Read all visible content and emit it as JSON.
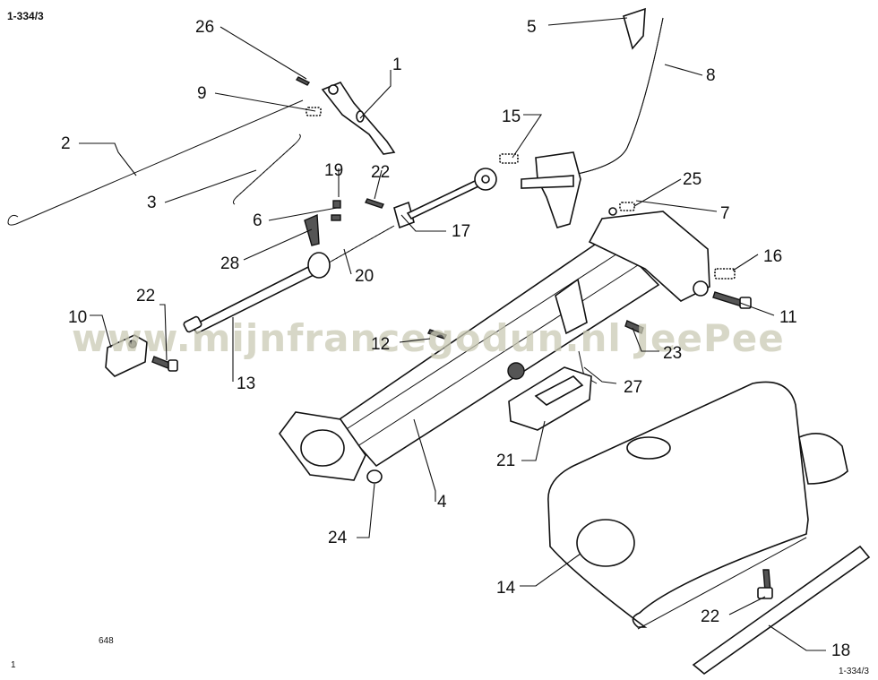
{
  "header": {
    "ref_top_left": "1-334/3"
  },
  "footer": {
    "ref_bottom_right": "1-334/3",
    "page_number": "1",
    "figure_number": "648"
  },
  "watermark": {
    "text": "www.mijnfrancegodun.nl  JeePee"
  },
  "callouts": {
    "c1": "1",
    "c2": "2",
    "c3": "3",
    "c4": "4",
    "c5": "5",
    "c6": "6",
    "c7": "7",
    "c8": "8",
    "c9": "9",
    "c10": "10",
    "c11": "11",
    "c12": "12",
    "c13": "13",
    "c14": "14",
    "c15": "15",
    "c16": "16",
    "c17": "17",
    "c18": "18",
    "c19": "19",
    "c20": "20",
    "c21": "21",
    "c22a": "22",
    "c22b": "22",
    "c22c": "22",
    "c23": "23",
    "c24": "24",
    "c25": "25",
    "c26": "26",
    "c27": "27",
    "c28": "28"
  },
  "colors": {
    "ink": "#111111",
    "watermark": "#c9c9b4",
    "background": "#ffffff"
  }
}
